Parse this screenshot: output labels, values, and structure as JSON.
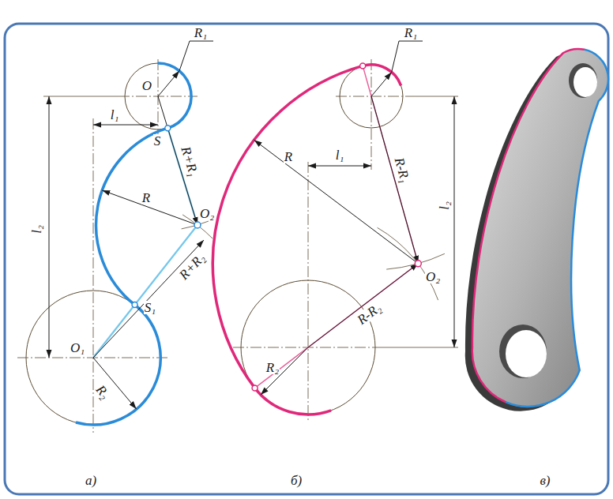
{
  "diagram": {
    "labels": [
      "R₁",
      "O",
      "l₁",
      "l₂",
      "R+R₁",
      "S",
      "R",
      "O₂",
      "S₁",
      "R+R₂",
      "O₁",
      "R₂",
      "а)",
      "R₁",
      "l₁",
      "R-R₁",
      "l₂",
      "R",
      "O₂",
      "R₂",
      "R-R₂",
      "б)",
      "в)"
    ]
  }
}
